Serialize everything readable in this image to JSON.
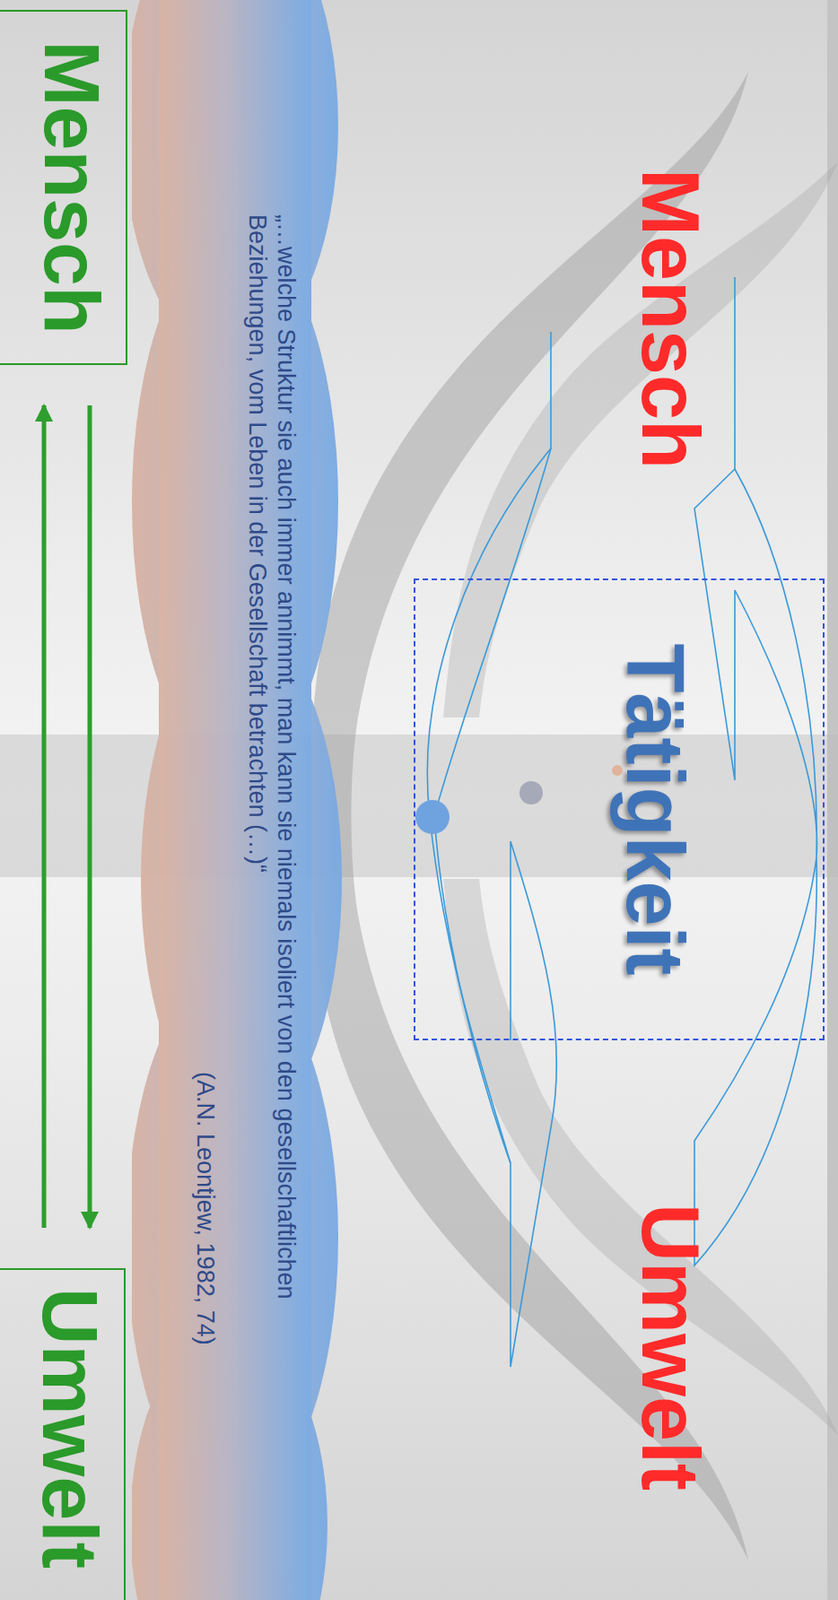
{
  "diagram": {
    "nodes": [
      {
        "text": [
          "Tätigkeit"
        ]
      },
      {
        "text": [
          "„…welche Struktur sie auch immer annimmt, man kann sie niemals isoliert von den gesellschaftlichen Beziehungen, vom Leben in der Gesellschaft betrachten (…)“",
          "(A.N. Leontjew, 1982, 74)"
        ]
      },
      {
        "text": [
          "Mensch"
        ]
      },
      {
        "text": [
          "Umwelt"
        ]
      }
    ],
    "edges": [
      {
        "from": 2,
        "to": 3,
        "arrow": "to"
      },
      {
        "from": 3,
        "to": 2,
        "arrow": "to"
      }
    ],
    "labels": [
      "Mensch",
      "Umwelt"
    ]
  }
}
